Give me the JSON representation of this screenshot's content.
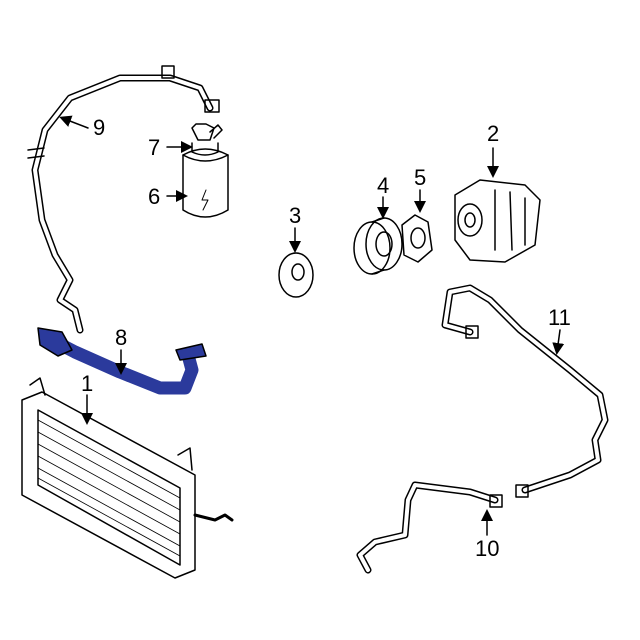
{
  "diagram": {
    "highlight_color": "#2b3a9c",
    "callouts": [
      {
        "id": "1",
        "text": "1",
        "part": "condenser"
      },
      {
        "id": "2",
        "text": "2",
        "part": "compressor"
      },
      {
        "id": "3",
        "text": "3",
        "part": "clutch-hub"
      },
      {
        "id": "4",
        "text": "4",
        "part": "pulley"
      },
      {
        "id": "5",
        "text": "5",
        "part": "clutch-coil"
      },
      {
        "id": "6",
        "text": "6",
        "part": "accumulator"
      },
      {
        "id": "7",
        "text": "7",
        "part": "switch"
      },
      {
        "id": "8",
        "text": "8",
        "part": "hose"
      },
      {
        "id": "9",
        "text": "9",
        "part": "suction-line"
      },
      {
        "id": "10",
        "text": "10",
        "part": "liquid-line"
      },
      {
        "id": "11",
        "text": "11",
        "part": "discharge-line"
      }
    ]
  }
}
